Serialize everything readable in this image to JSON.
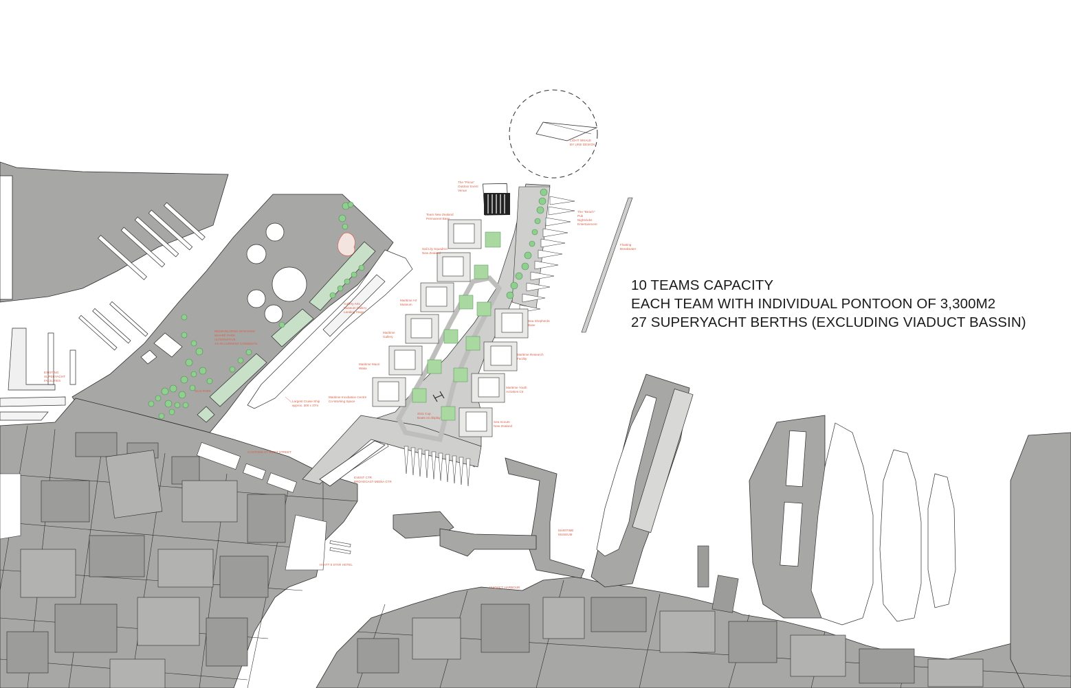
{
  "headlines": [
    "10 TEAMS CAPACITY",
    "EACH TEAM WITH INDIVIDUAL PONTOON OF 3,300M2",
    "27 SUPERYACHT BERTHS (EXCLUDING VIADUCT BASSIN)"
  ],
  "labels": {
    "light_whale": "LIGHT WHALE",
    "light_whale_2": "BY LINE DESIGN",
    "pinna": "The \"Pinna\"",
    "pinna_2": "Outdoor Event",
    "pinna_3": "Venue",
    "team_nz": "Team New Zealand",
    "team_nz_2": "Permanent Base",
    "beach": "The \"Beach\"",
    "beach_2": "Pub",
    "beach_3": "Nightclubs",
    "beach_4": "Entertainment",
    "floating_breakwater": "Floating",
    "floating_breakwater_2": "Breakwater",
    "sail_squadron": "Sail Lily Squadron",
    "sail_squadron_2": "New Zealand",
    "maritime_museum_pontoon": "Maritime Art",
    "maritime_museum_pontoon_2": "Museum",
    "maritime_gallery": "Maritime",
    "maritime_gallery_2": "Gallery",
    "maritime_maori": "Maritime Maori",
    "maritime_maori_2": "Waka",
    "sea_shepherds": "Sea Shepherds",
    "sea_shepherds_2": "Base",
    "maritime_research": "Maritime Research",
    "maritime_research_2": "Facility",
    "maritime_youth": "Maritime Youth",
    "maritime_youth_2": "Activities Ctr",
    "maritime_incubator": "Maritime Incubation Centre",
    "maritime_incubator_2": "Co-Working Space",
    "cup_boats": "2011 Cup",
    "cup_boats_2": "Boats on display",
    "sea_scouts": "Sea Scouts",
    "sea_scouts_2": "New Zealand",
    "cruise_ship": "Largest Cruise Ship",
    "cruise_ship_2": "approx. 300 x 37m",
    "gallery_museum": "Gallery Arts",
    "gallery_museum_2": "Museum Gallery",
    "gallery_museum_3": "Landing Stage",
    "redeveloped_wharf": "REDEVELOPED WYNYARD",
    "redeveloped_wharf_2": "WHARF PARK",
    "redeveloped_wharf_3": "ALTERNATIVE",
    "redeveloped_wharf_4": "AS IN CURRENT CONSENTS",
    "silo_park": "SILO PARK",
    "existing_superyacht": "EXISTING",
    "existing_superyacht_2": "SUPERYACHT",
    "existing_superyacht_3": "FACILITIES",
    "customs_street": "CUSTOMS ST WEST STREET",
    "media_ctr": "EVENT CTR",
    "media_ctr_2": "BROADCAST MEDIA CTR",
    "viaduct_harbour": "VIADUCT HARBOUR",
    "hyatt_hotel": "HYATT 5 STAR HOTEL",
    "maritime_museum": "MARITIME",
    "maritime_museum_2": "MUSEUM"
  },
  "colors": {
    "land": "#a7a7a5",
    "land_dark": "#8f8f8d",
    "pier": "#cfcfcd",
    "path": "#bebebc",
    "line": "#2b2b2b",
    "label": "#d9624a",
    "tree": "#8fcf8f",
    "tree_stroke": "#4e8f4e",
    "pontoon_plant": "#a9d9a0",
    "solar": "#222222"
  },
  "icons": {
    "light_whale": "light-whale-icon",
    "solar_array": "solar-panel-icon",
    "trees": "tree-icon",
    "yacht": "yacht-icon"
  }
}
